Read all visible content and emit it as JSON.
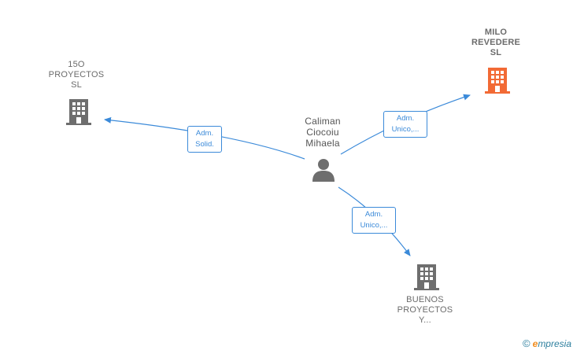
{
  "nodes": {
    "company_150": {
      "label": "15O\nPROYECTOS\nSL",
      "color": "#6e6e6e"
    },
    "company_milo": {
      "label": "MILO\nREVEDERE\nSL",
      "color": "#f26a35"
    },
    "person": {
      "label": "Caliman\nCiocoiu\nMihaela",
      "color": "#6e6e6e"
    },
    "company_buenos": {
      "label": "BUENOS\nPROYECTOS\nY...",
      "color": "#6e6e6e"
    }
  },
  "edges": {
    "to_150": {
      "label": "Adm.\nSolid."
    },
    "to_milo": {
      "label": "Adm.\nUnico,..."
    },
    "to_buenos": {
      "label": "Adm.\nUnico,..."
    }
  },
  "colors": {
    "edge": "#3b8ad9"
  },
  "footer": {
    "copyright": "©",
    "brand_initial": "e",
    "brand_rest": "mpresia"
  }
}
